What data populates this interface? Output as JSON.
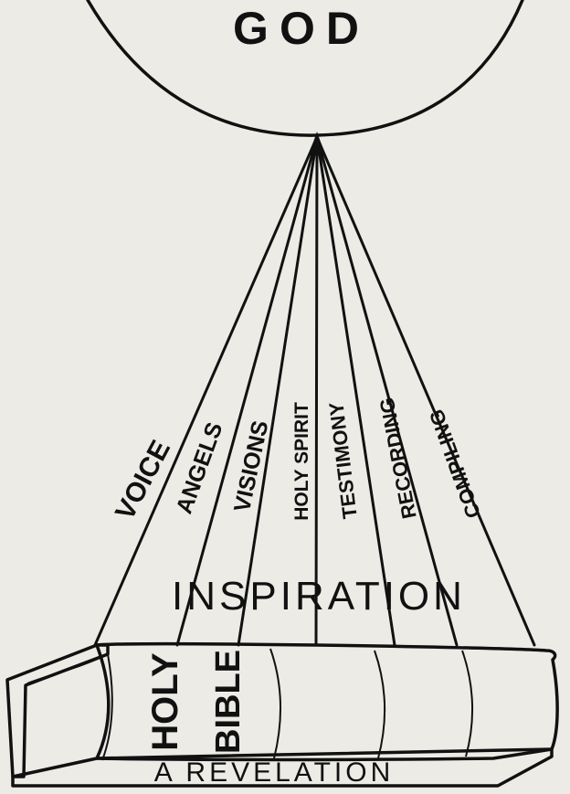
{
  "top": {
    "label": "GOD"
  },
  "channels": [
    "VOICE",
    "ANGELS",
    "VISIONS",
    "HOLY SPIRIT",
    "TESTIMONY",
    "RECORDING",
    "COMPILING"
  ],
  "band": {
    "label": "INSPIRATION"
  },
  "book": {
    "word1": "HOLY",
    "word2": "BIBLE",
    "caption": "A REVELATION"
  }
}
